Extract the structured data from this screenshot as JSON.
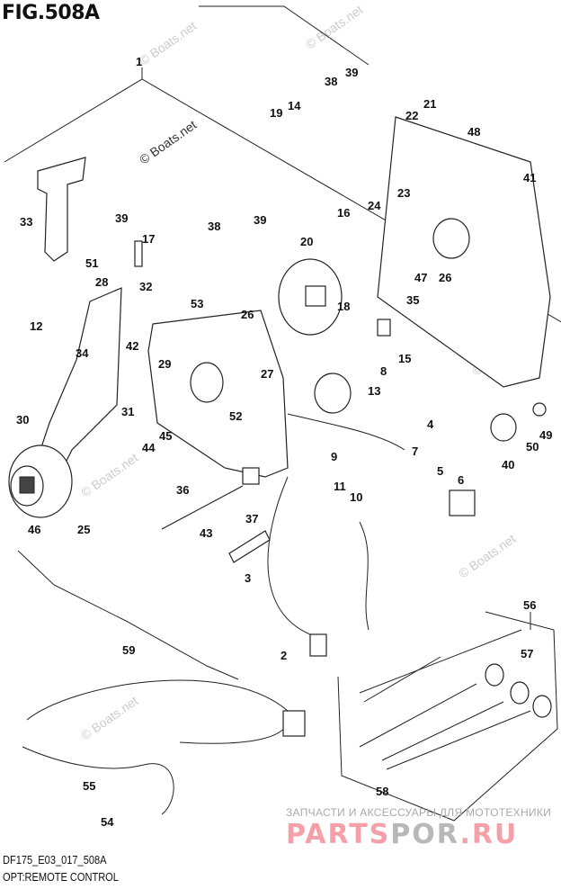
{
  "figure_title": "FIG.508A",
  "figure_code": "DF175_E03_017_508A",
  "caption": "OPT:REMOTE CONTROL",
  "watermark": "© Boats.net",
  "footer_watermark": {
    "tagline": "ЗАПЧАСТИ И АКСЕССУАРЫ ДЛЯ МОТОТЕХНИКИ",
    "logo_part1": "PARTS",
    "logo_part2": "POR",
    "logo_part3": ".RU"
  },
  "callouts": [
    "1",
    "33",
    "39",
    "17",
    "51",
    "28",
    "32",
    "12",
    "34",
    "42",
    "30",
    "29",
    "31",
    "44",
    "45",
    "46",
    "25",
    "53",
    "26",
    "27",
    "52",
    "36",
    "43",
    "37",
    "3",
    "2",
    "59",
    "55",
    "54",
    "19",
    "14",
    "38",
    "39",
    "38",
    "39",
    "16",
    "20",
    "22",
    "21",
    "48",
    "41",
    "23",
    "24",
    "47",
    "26",
    "35",
    "18",
    "8",
    "15",
    "13",
    "4",
    "7",
    "9",
    "11",
    "10",
    "5",
    "6",
    "40",
    "50",
    "49",
    "56",
    "57",
    "58"
  ]
}
